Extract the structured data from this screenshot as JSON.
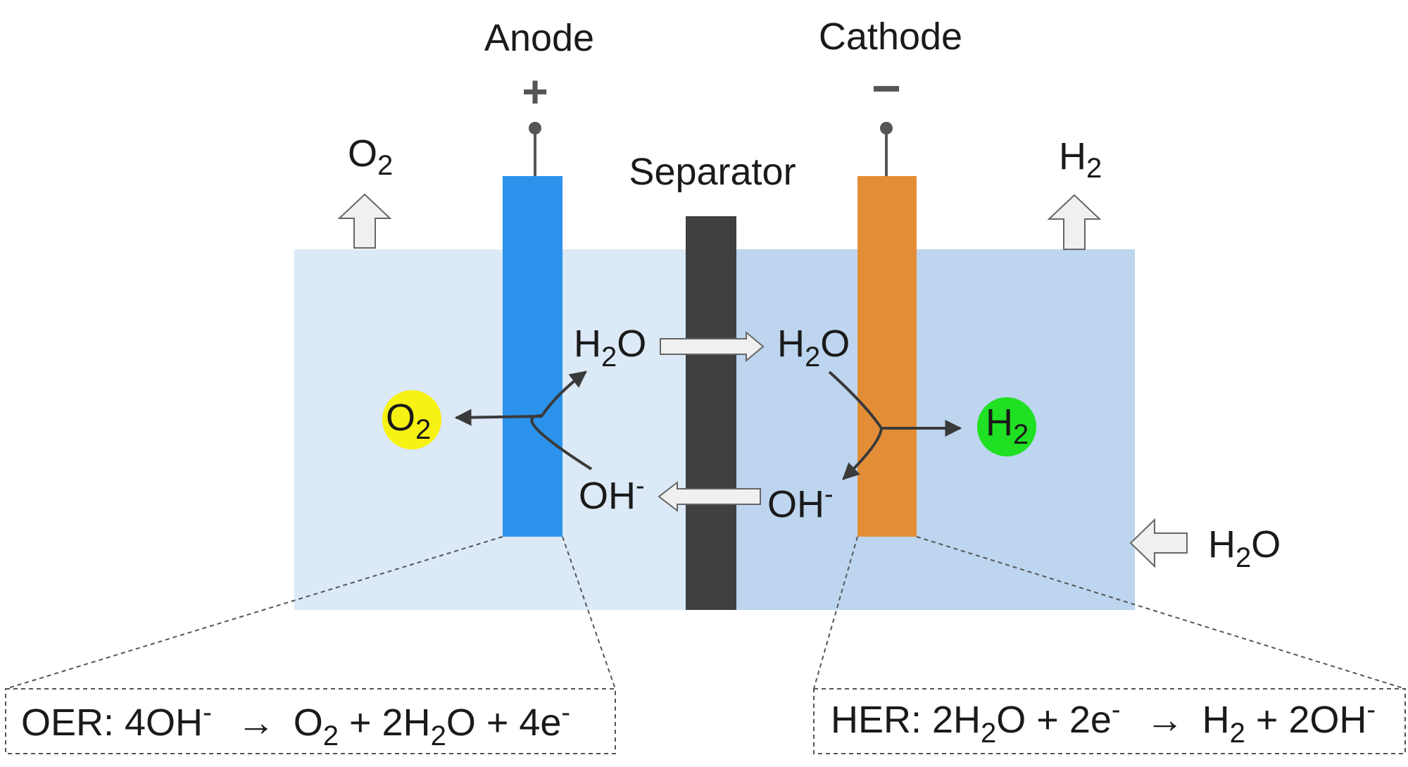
{
  "labels": {
    "anode": "Anode",
    "cathode": "Cathode",
    "separator": "Separator",
    "anode_sign": "+",
    "cathode_sign": "−",
    "o2_top": [
      "O",
      "2"
    ],
    "h2_top": [
      "H",
      "2"
    ],
    "h2o_left": [
      "H",
      "2",
      "O"
    ],
    "h2o_right": [
      "H",
      "2",
      "O"
    ],
    "oh_left": [
      "OH",
      "-"
    ],
    "oh_right": [
      "OH",
      "-"
    ],
    "o2_bubble": [
      "O",
      "2"
    ],
    "h2_bubble": [
      "H",
      "2"
    ],
    "h2o_feed": [
      "H",
      "2",
      "O"
    ]
  },
  "equations": {
    "oer": {
      "prefix": "OER: 4OH",
      "prefix_sup": "-",
      "arrow": "→",
      "p1": "O",
      "p1_sub": "2",
      "p2": " + 2H",
      "p2_sub": "2",
      "p3": "O + 4e",
      "p3_sup": "-"
    },
    "her": {
      "prefix": "HER: 2H",
      "prefix_sub": "2",
      "mid": "O + 2e",
      "mid_sup": "-",
      "arrow": "→",
      "p1": "H",
      "p1_sub": "2",
      "p2": " + 2OH",
      "p2_sup": "-"
    }
  },
  "colors": {
    "electrolyte_left": "#dce9f6",
    "electrolyte_right": "#bdd5ee",
    "anode": "#2b93ec",
    "cathode": "#e38e37",
    "separator": "#404040",
    "o2_bubble": "#f7f214",
    "h2_bubble": "#20e023",
    "hollow_arrow_fill": "#f0f0f0",
    "hollow_arrow_stroke": "#666666"
  }
}
